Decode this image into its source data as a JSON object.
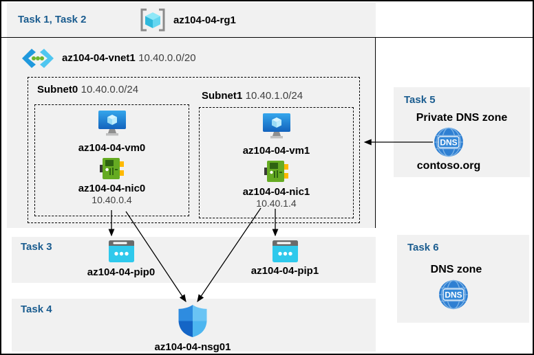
{
  "colors": {
    "accent_blue": "#1a5c8f",
    "panel_gray": "#f1f1f1",
    "muted_text": "#3f3f3f",
    "vm_blue": "#2e9be6",
    "nic_green": "#65ab22",
    "pip_cyan": "#2fc9ec",
    "dns_blue": "#2e7fd2",
    "nsg_blue": "#1465c6"
  },
  "banner": {
    "task_label": "Task 1, Task 2",
    "resource_group": {
      "icon": "resource-group-icon",
      "name": "az104-04-rg1"
    }
  },
  "vnet": {
    "icon": "virtual-network-icon",
    "name": "az104-04-vnet1",
    "cidr": "10.40.0.0/20",
    "subnets": [
      {
        "name": "Subnet0",
        "cidr": "10.40.0.0/24",
        "vm": {
          "icon": "vm-icon",
          "name": "az104-04-vm0"
        },
        "nic": {
          "icon": "nic-icon",
          "name": "az104-04-nic0",
          "ip": "10.40.0.4"
        }
      },
      {
        "name": "Subnet1",
        "cidr": "10.40.1.0/24",
        "vm": {
          "icon": "vm-icon",
          "name": "az104-04-vm1"
        },
        "nic": {
          "icon": "nic-icon",
          "name": "az104-04-nic1",
          "ip": "10.40.1.4"
        }
      }
    ]
  },
  "task3": {
    "label": "Task 3",
    "pips": [
      {
        "icon": "public-ip-icon",
        "name": "az104-04-pip0"
      },
      {
        "icon": "public-ip-icon",
        "name": "az104-04-pip1"
      }
    ]
  },
  "task4": {
    "label": "Task 4",
    "nsg": {
      "icon": "nsg-shield-icon",
      "name": "az104-04-nsg01"
    }
  },
  "task5": {
    "label": "Task 5",
    "title": "Private DNS zone",
    "dns_icon_text": "DNS",
    "zone": "contoso.org"
  },
  "task6": {
    "label": "Task 6",
    "title": "DNS zone",
    "dns_icon_text": "DNS"
  }
}
